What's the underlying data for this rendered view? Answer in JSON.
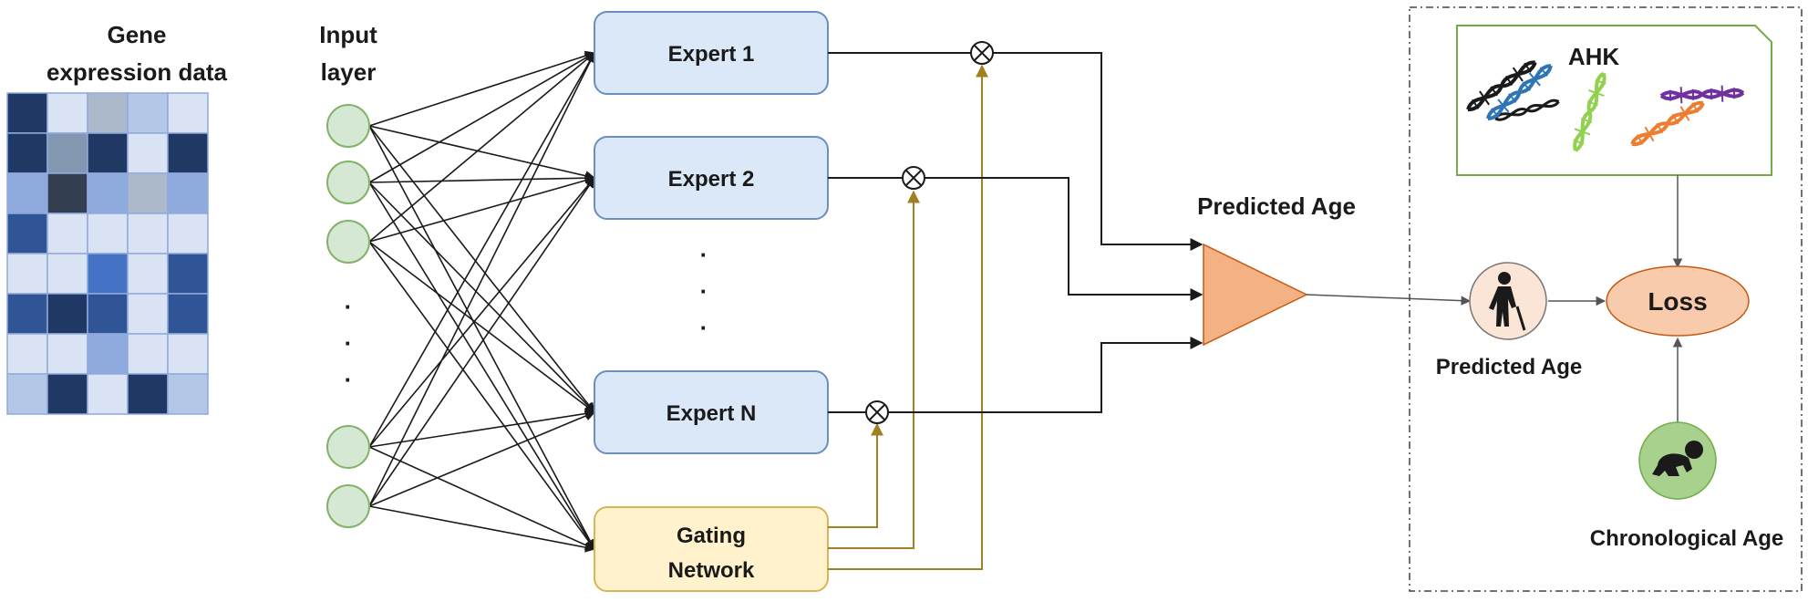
{
  "heatmap": {
    "title_line1": "Gene",
    "title_line2": "expression data",
    "rows": [
      [
        "#1f3864",
        "#dae3f3",
        "#acb9ca",
        "#b4c7e7",
        "#dae3f3"
      ],
      [
        "#1f3864",
        "#8497b0",
        "#1f3864",
        "#dae3f3",
        "#1f3864"
      ],
      [
        "#8faadc",
        "#333f50",
        "#8faadc",
        "#acb9ca",
        "#8faadc"
      ],
      [
        "#2f5597",
        "#dae3f3",
        "#dae3f3",
        "#dae3f3",
        "#dae3f3"
      ],
      [
        "#dae3f3",
        "#dae3f3",
        "#4472c4",
        "#dae3f3",
        "#2f5597"
      ],
      [
        "#2f5597",
        "#1f3864",
        "#2f5597",
        "#dae3f3",
        "#2f5597"
      ],
      [
        "#dae3f3",
        "#dae3f3",
        "#8faadc",
        "#dae3f3",
        "#dae3f3"
      ],
      [
        "#b4c7e7",
        "#1f3864",
        "#dae3f3",
        "#1f3864",
        "#b4c7e7"
      ]
    ]
  },
  "input_layer": {
    "label_line1": "Input",
    "label_line2": "layer",
    "node_count": 5,
    "ellipsis": "·"
  },
  "experts": [
    {
      "label": "Expert 1"
    },
    {
      "label": "Expert 2"
    },
    {
      "label": "Expert N"
    }
  ],
  "experts_ellipsis": "·",
  "gating": {
    "label_line1": "Gating",
    "label_line2": "Network"
  },
  "multiply_symbol": "⊗",
  "aggregator": {
    "label": "Predicted Age"
  },
  "panel": {
    "ahk_label": "AHK",
    "predicted_age_label": "Predicted Age",
    "loss_label": "Loss",
    "chronological_age_label": "Chronological Age",
    "icons": [
      "elderly-person-icon",
      "baby-icon",
      "dna-icon"
    ]
  },
  "colors": {
    "expert_fill": "#dae8f8",
    "expert_stroke": "#6c8ebf",
    "gating_fill": "#fff2cc",
    "gating_stroke": "#d6b656",
    "node_fill": "#d5e8d4",
    "node_stroke": "#82b366",
    "gate_line": "#a08020",
    "aggregator_fill": "#f4b183",
    "loss_fill": "#f8cbad",
    "loss_text": "#c55a11",
    "person_fill": "#fbe5d6",
    "baby_fill": "#a9d18e",
    "ahk_stroke": "#70ad47"
  }
}
